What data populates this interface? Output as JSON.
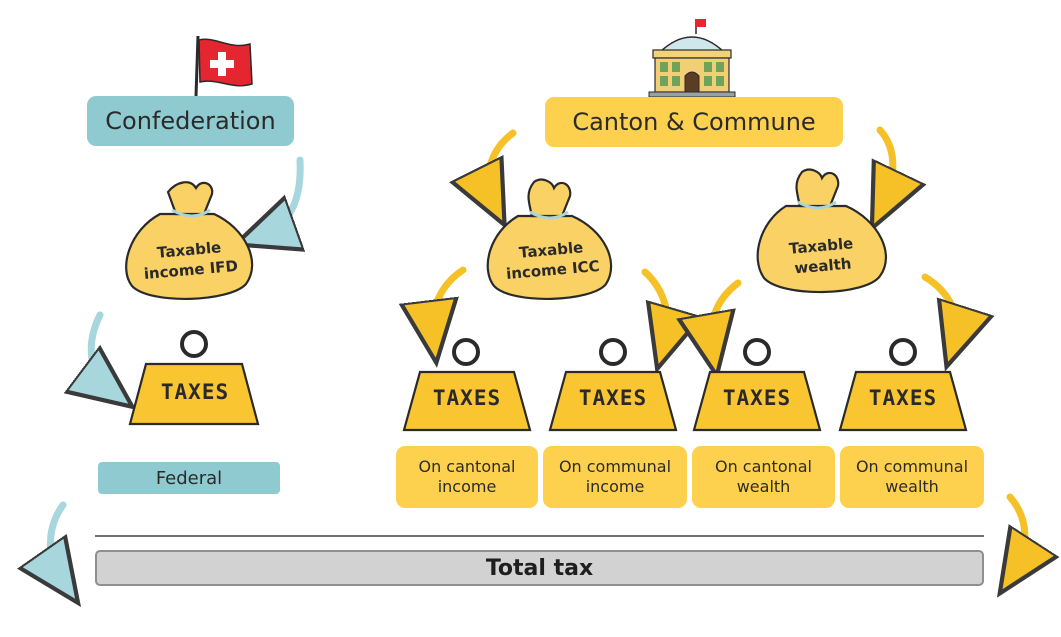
{
  "top_nodes": {
    "confederation": "Confederation",
    "canton_commune": "Canton & Commune"
  },
  "bags": {
    "ifd": "Taxable income IFD",
    "icc": "Taxable income ICC",
    "wealth": "Taxable wealth"
  },
  "weights": {
    "label": "TAXES"
  },
  "categories": {
    "federal": "Federal",
    "cantonal_income": "On cantonal income",
    "communal_income": "On communal income",
    "cantonal_wealth": "On cantonal wealth",
    "communal_wealth": "On communal wealth"
  },
  "total": "Total tax",
  "colors": {
    "teal": "#8fcad0",
    "yellow": "#fdd04e",
    "flag_red": "#e3262f",
    "arrow_teal": "#a7d6dc",
    "arrow_yellow": "#f6c127",
    "outline": "#2a2a2a",
    "total_bg": "#d2d2d2"
  },
  "icons": [
    "swiss-flag-icon",
    "parliament-building-icon",
    "money-bag-icon",
    "weight-icon",
    "curved-arrow-icon"
  ]
}
